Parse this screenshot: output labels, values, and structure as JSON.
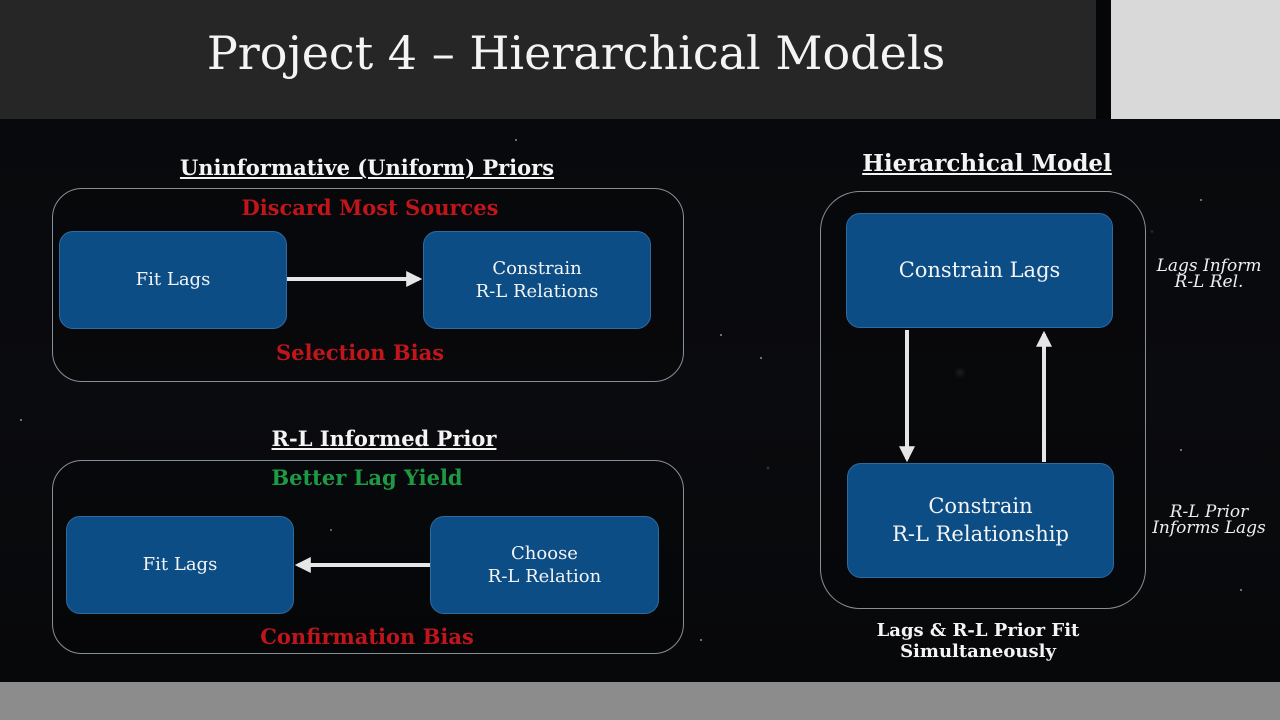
{
  "header": {
    "title": "Project 4 – Hierarchical Models"
  },
  "uniform": {
    "title": "Uninformative (Uniform) Priors",
    "top_note": "Discard Most Sources",
    "left_node": "Fit Lags",
    "right_node": [
      "Constrain",
      "R-L Relations"
    ],
    "bottom_note": "Selection Bias"
  },
  "informed": {
    "title": "R-L Informed Prior",
    "top_note": "Better Lag Yield",
    "left_node": "Fit Lags",
    "right_node": [
      "Choose",
      "R-L Relation"
    ],
    "bottom_note": "Confirmation Bias"
  },
  "hierarchical": {
    "title": "Hierarchical Model",
    "top_node": "Constrain Lags",
    "bottom_node": [
      "Constrain",
      "R-L Relationship"
    ],
    "side_top": [
      "Lags Inform",
      "R-L Rel."
    ],
    "side_bottom": [
      "R-L Prior",
      "Informs Lags"
    ],
    "caption": [
      "Lags & R-L Prior Fit",
      "Simultaneously"
    ]
  },
  "colors": {
    "node_fill": "#0c4d86",
    "negative_note": "#c0161b",
    "positive_note": "#1e9a45",
    "arrow": "#e6e6e6"
  }
}
